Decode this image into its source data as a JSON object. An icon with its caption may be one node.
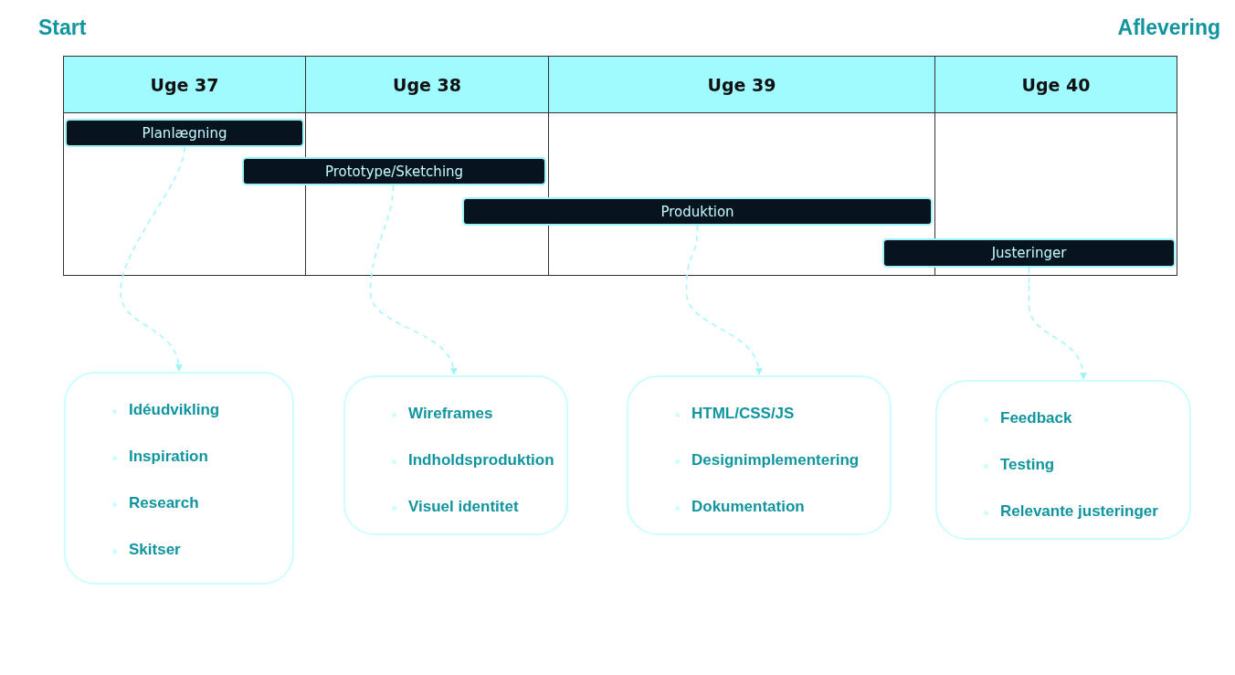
{
  "diagram": {
    "nodes": [
      {
        "text": [
          "Uge 37"
        ]
      },
      {
        "text": [
          "Uge 38"
        ]
      },
      {
        "text": [
          "Uge 39"
        ]
      },
      {
        "text": [
          "Uge 40"
        ]
      },
      {
        "text": [
          "Planlægning"
        ]
      },
      {
        "text": [
          "Prototype/Sketching"
        ]
      },
      {
        "text": [
          "Produktion"
        ]
      },
      {
        "text": [
          "Justeringer"
        ]
      },
      {
        "text": [
          "Idéudvikling",
          "Inspiration",
          "Research",
          "Skitser"
        ]
      },
      {
        "text": [
          "Wireframes",
          "Indholdsproduktion",
          "Visuel identitet"
        ]
      },
      {
        "text": [
          "HTML/CSS/JS",
          "Designimplementering",
          "Dokumentation"
        ]
      },
      {
        "text": [
          "Feedback",
          "Testing",
          "Relevante justeringer"
        ]
      }
    ],
    "edges": [
      {
        "from": 4,
        "to": 8,
        "arrow": "to",
        "style": "dashed"
      },
      {
        "from": 5,
        "to": 9,
        "arrow": "to",
        "style": "dashed"
      },
      {
        "from": 6,
        "to": 10,
        "arrow": "to",
        "style": "dashed"
      },
      {
        "from": 7,
        "to": 11,
        "arrow": "to",
        "style": "dashed"
      }
    ],
    "labels": [
      "Start",
      "Aflevering"
    ]
  }
}
